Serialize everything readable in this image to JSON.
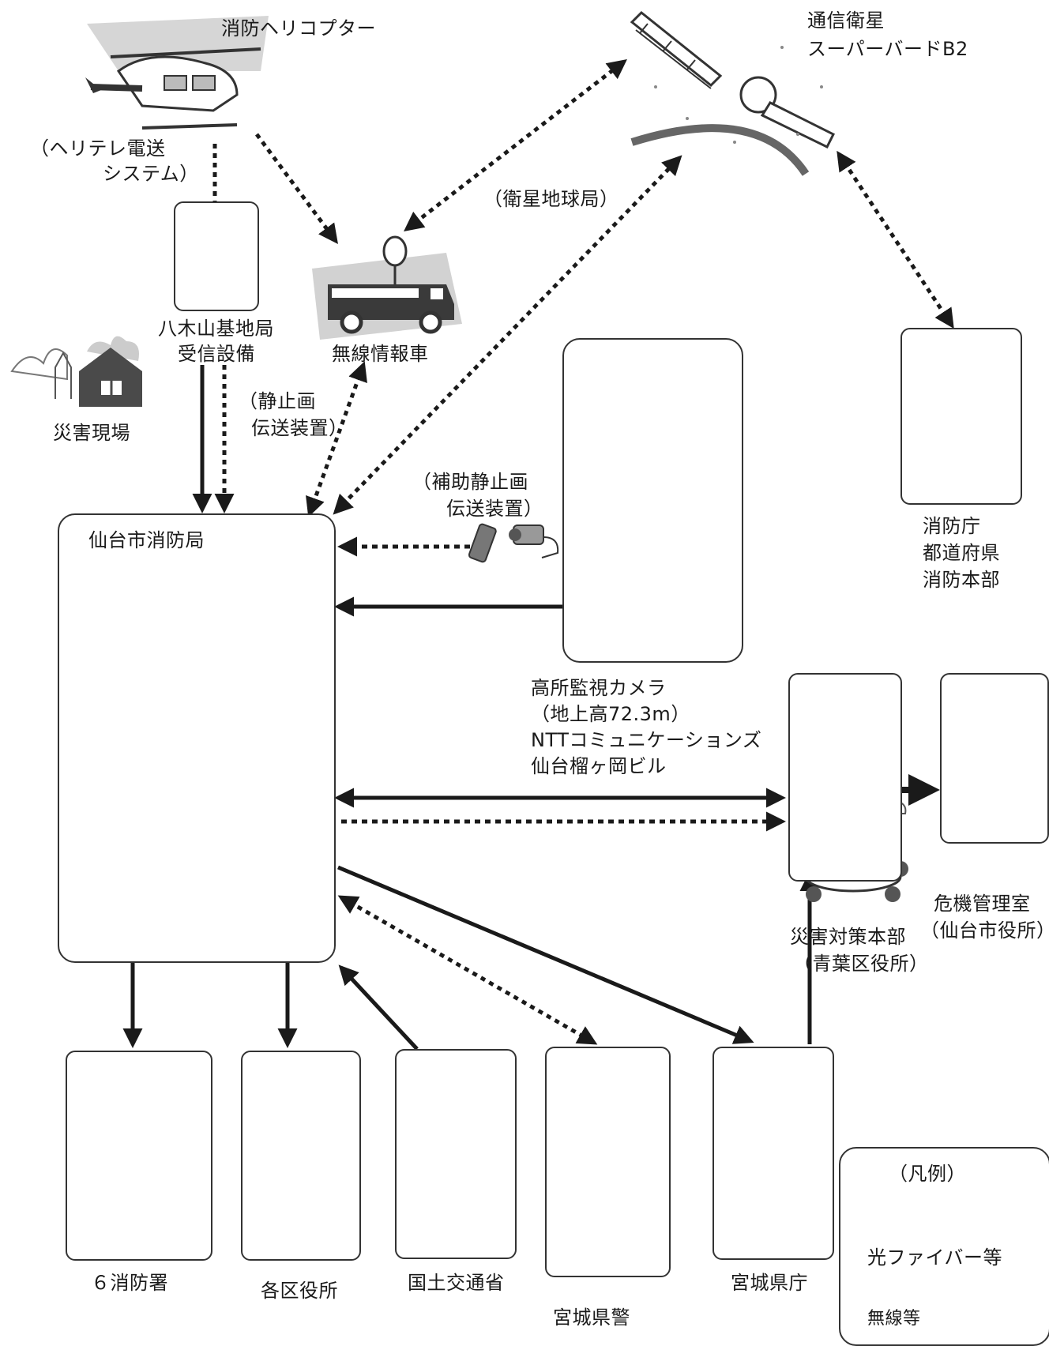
{
  "nodes": {
    "helicopter": {
      "name": "消防ヘリコプター",
      "note_line1": "（ヘリテレ電送",
      "note_line2": "システム）"
    },
    "satellite": {
      "line1": "通信衛星",
      "line2": "スーパーバードB2"
    },
    "earth_station": {
      "label": "（衛星地球局）"
    },
    "base_station": {
      "line1": "八木山基地局",
      "line2": "受信設備"
    },
    "radio_vehicle": {
      "label": "無線情報車"
    },
    "disaster_site": {
      "label": "災害現場"
    },
    "still_image": {
      "line1": "（静止画",
      "line2": "伝送装置）"
    },
    "aux_still_image": {
      "line1": "（補助静止画",
      "line2": "伝送装置）"
    },
    "hq": {
      "label": "仙台市消防局"
    },
    "camera": {
      "line1": "高所監視カメラ",
      "line2": "（地上高72.3m）",
      "line3": "NTTコミュニケーションズ",
      "line4": "仙台榴ヶ岡ビル"
    },
    "fdma": {
      "line1": "消防庁",
      "line2": "都道府県",
      "line3": "消防本部"
    },
    "crisis_room": {
      "line1": "危機管理室",
      "line2": "（仙台市役所）"
    },
    "disaster_hq": {
      "line1": "災害対策本部",
      "line2": "（青葉区役所）"
    },
    "fire_stations": {
      "label": "６消防署"
    },
    "ward_offices": {
      "label": "各区役所"
    },
    "mlit": {
      "label": "国土交通省"
    },
    "police": {
      "label": "宮城県警"
    },
    "prefecture": {
      "label": "宮城県庁"
    }
  },
  "legend": {
    "title": "（凡例）",
    "solid": "光ファイバー等",
    "dotted": "無線等"
  },
  "colors": {
    "line": "#1a1a1a",
    "illustration": "#8a8a8a",
    "light": "#c8c8c8"
  },
  "icons": [
    "helicopter-icon",
    "satellite-icon",
    "antenna-tower-icon",
    "fire-truck-icon",
    "burning-house-icon",
    "building-icon",
    "camera-icon",
    "meeting-table-icon",
    "government-building-icon",
    "police-car-icon",
    "ambulance-icon"
  ]
}
